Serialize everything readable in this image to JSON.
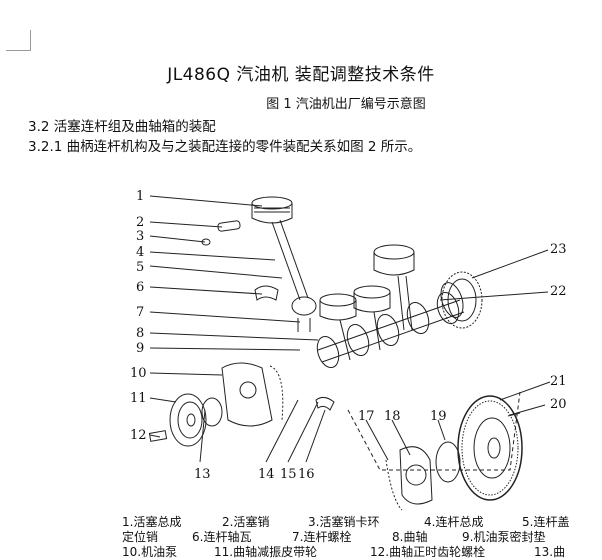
{
  "document": {
    "title": "JL486Q 汽油机 装配调整技术条件",
    "figure1_caption": "图 1   汽油机出厂编号示意图",
    "section_heading": "3.2 活塞连杆组及曲轴箱的装配",
    "paragraph": "3.2.1 曲柄连杆机构及与之装配连接的零件装配关系如图 2 所示。"
  },
  "figure": {
    "callouts": [
      "1",
      "2",
      "3",
      "4",
      "5",
      "6",
      "7",
      "8",
      "9",
      "10",
      "11",
      "12",
      "13",
      "14",
      "15",
      "16",
      "17",
      "18",
      "19",
      "20",
      "21",
      "22",
      "23"
    ],
    "legend_row1": [
      "1.活塞总成",
      "2.活塞销",
      "3.活塞销卡环",
      "4.连杆总成",
      "5.连杆盖"
    ],
    "legend_row2": [
      "定位销",
      "6.连杆轴瓦",
      "7.连杆螺栓",
      "8.曲轴",
      "9.机油泵密封垫"
    ],
    "legend_row3": [
      "10.机油泵",
      "11.曲轴减振皮带轮",
      "12.曲轴正时齿轮螺栓",
      "13.曲"
    ]
  }
}
